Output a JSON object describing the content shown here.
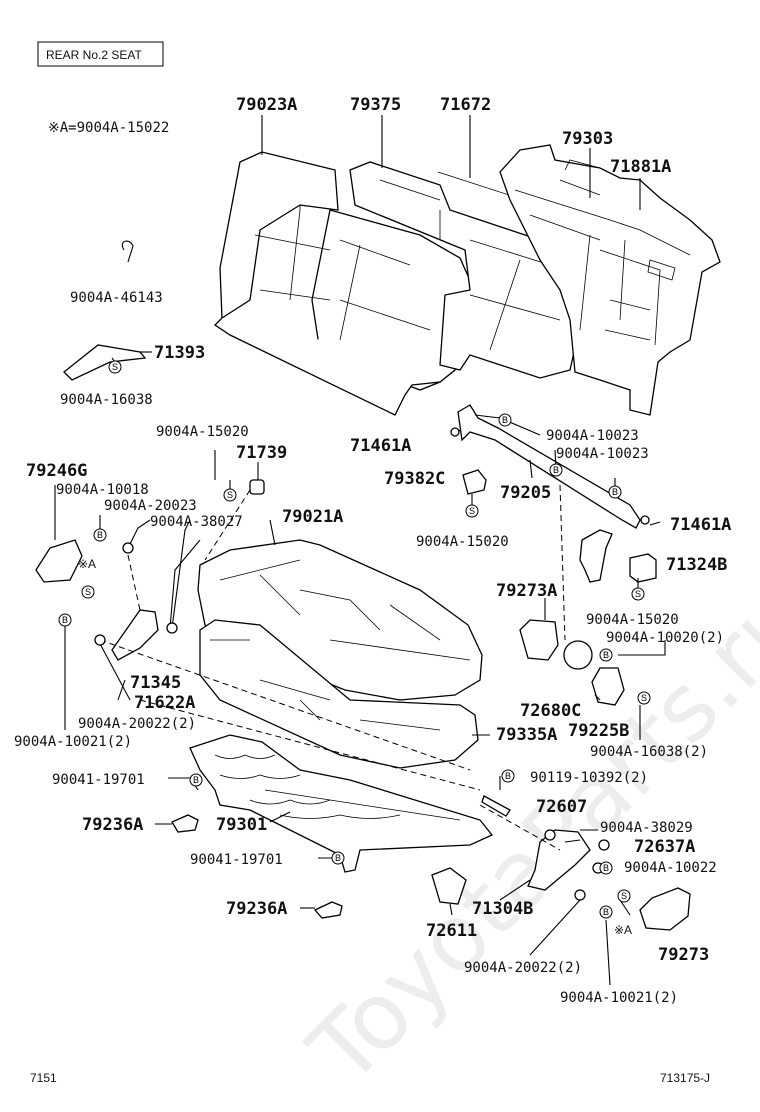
{
  "header": {
    "title": "REAR No.2 SEAT"
  },
  "footer": {
    "left": "7151",
    "right": "713175-J"
  },
  "watermark": "ToyotaParts.ru",
  "symbols": {
    "s": "S",
    "b": "B",
    "note_mark": "※A"
  },
  "labels": {
    "p79023A": "79023A",
    "p79375": "79375",
    "p71672": "71672",
    "p79303": "79303",
    "p71881A": "71881A",
    "note": "※A=9004A-15022",
    "p9004A_46143": "9004A-46143",
    "p71393": "71393",
    "p9004A_16038a": "9004A-16038",
    "p71461A_a": "71461A",
    "p9004A_10023a": "9004A-10023",
    "p9004A_10023b": "9004A-10023",
    "p9004A_15020a": "9004A-15020",
    "p71739": "71739",
    "p79382C": "79382C",
    "p79205": "79205",
    "p71461A_b": "71461A",
    "p79246G": "79246G",
    "p9004A_10018": "9004A-10018",
    "p9004A_20023": "9004A-20023",
    "p9004A_38027": "9004A-38027",
    "p79021A": "79021A",
    "p9004A_15020b": "9004A-15020",
    "p71324B": "71324B",
    "p79273A": "79273A",
    "p9004A_15020c": "9004A-15020",
    "p9004A_10020": "9004A-10020(2)",
    "p71345": "71345",
    "p71622A": "71622A",
    "p9004A_20022a": "9004A-20022(2)",
    "p9004A_10021a": "9004A-10021(2)",
    "p72680C": "72680C",
    "p79225B": "79225B",
    "p79335A": "79335A",
    "p9004A_16038b": "9004A-16038(2)",
    "p90041_19701a": "90041-19701",
    "p90119_10392": "90119-10392(2)",
    "p72607": "72607",
    "p79236A_a": "79236A",
    "p79301": "79301",
    "p9004A_38029": "9004A-38029",
    "p72637A": "72637A",
    "p90041_19701b": "90041-19701",
    "p9004A_10022": "9004A-10022",
    "p79236A_b": "79236A",
    "p71304B": "71304B",
    "p72611": "72611",
    "p79273": "79273",
    "p9004A_20022b": "9004A-20022(2)",
    "p9004A_10021b": "9004A-10021(2)"
  }
}
